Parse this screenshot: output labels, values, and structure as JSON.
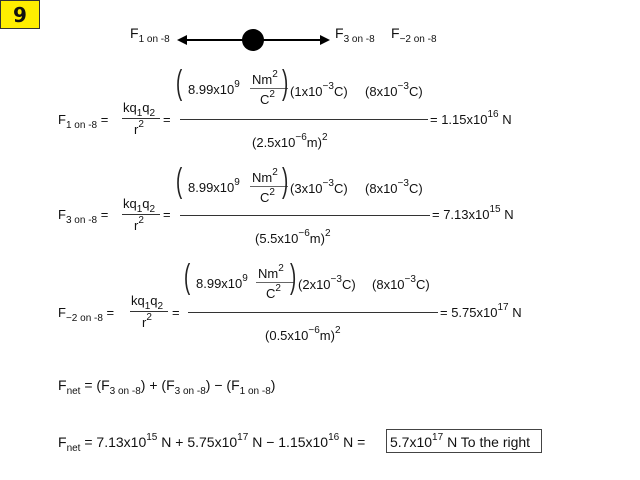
{
  "badge": {
    "number": "9",
    "color": "#ffee00"
  },
  "diagram": {
    "left_force": {
      "symbol": "F",
      "sub": "1 on -8"
    },
    "right_forces": [
      {
        "symbol": "F",
        "sub": "3 on -8"
      },
      {
        "symbol": "F",
        "sub": "−2 on -8"
      }
    ]
  },
  "coulomb": {
    "formula_num": "kq",
    "q1": "1",
    "q2": "q",
    "q2_sub": "2",
    "r": "r",
    "r_exp": "2",
    "k_value": "8.99x10",
    "k_exp": "9",
    "k_unit_num": "Nm",
    "k_unit_num_exp": "2",
    "k_unit_den": "C",
    "k_unit_den_exp": "2"
  },
  "equations": [
    {
      "lhs": {
        "symbol": "F",
        "sub": "1 on -8"
      },
      "charge1": {
        "mant": "1x10",
        "exp": "−3",
        "unit": "C"
      },
      "charge2": {
        "mant": "8x10",
        "exp": "−3",
        "unit": "C"
      },
      "distance": {
        "mant": "2.5x10",
        "exp": "−6",
        "unit": "m",
        "power": "2"
      },
      "result": {
        "mant": "= 1.15x10",
        "exp": "16",
        "unit": "N"
      }
    },
    {
      "lhs": {
        "symbol": "F",
        "sub": "3 on -8"
      },
      "charge1": {
        "mant": "3x10",
        "exp": "−3",
        "unit": "C"
      },
      "charge2": {
        "mant": "8x10",
        "exp": "−3",
        "unit": "C"
      },
      "distance": {
        "mant": "5.5x10",
        "exp": "−6",
        "unit": "m",
        "power": "2"
      },
      "result": {
        "mant": "= 7.13x10",
        "exp": "15",
        "unit": "N"
      }
    },
    {
      "lhs": {
        "symbol": "F",
        "sub": "−2 on -8"
      },
      "charge1": {
        "mant": "2x10",
        "exp": "−3",
        "unit": "C"
      },
      "charge2": {
        "mant": "8x10",
        "exp": "−3",
        "unit": "C"
      },
      "distance": {
        "mant": "0.5x10",
        "exp": "−6",
        "unit": "m",
        "power": "2"
      },
      "result": {
        "mant": "= 5.75x10",
        "exp": "17",
        "unit": "N"
      }
    }
  ],
  "net_formula": {
    "lhs": "F",
    "lhs_sub": "net",
    "terms": [
      {
        "op": "=",
        "sub": "3 on -8"
      },
      {
        "op": "+",
        "sub": "3 on -8"
      },
      {
        "op": "−",
        "sub": "1 on -8"
      }
    ]
  },
  "net_calc": {
    "lhs": "F",
    "lhs_sub": "net",
    "t1": {
      "text": "= 7.13x10",
      "exp": "15",
      "unit": "N"
    },
    "t2": {
      "text": "+ 5.75x10",
      "exp": "17",
      "unit": "N"
    },
    "t3": {
      "text": "− 1.15x10",
      "exp": "16",
      "unit": "N ="
    },
    "answer": {
      "text": "5.7x10",
      "exp": "17",
      "unit": "N To the right"
    }
  }
}
